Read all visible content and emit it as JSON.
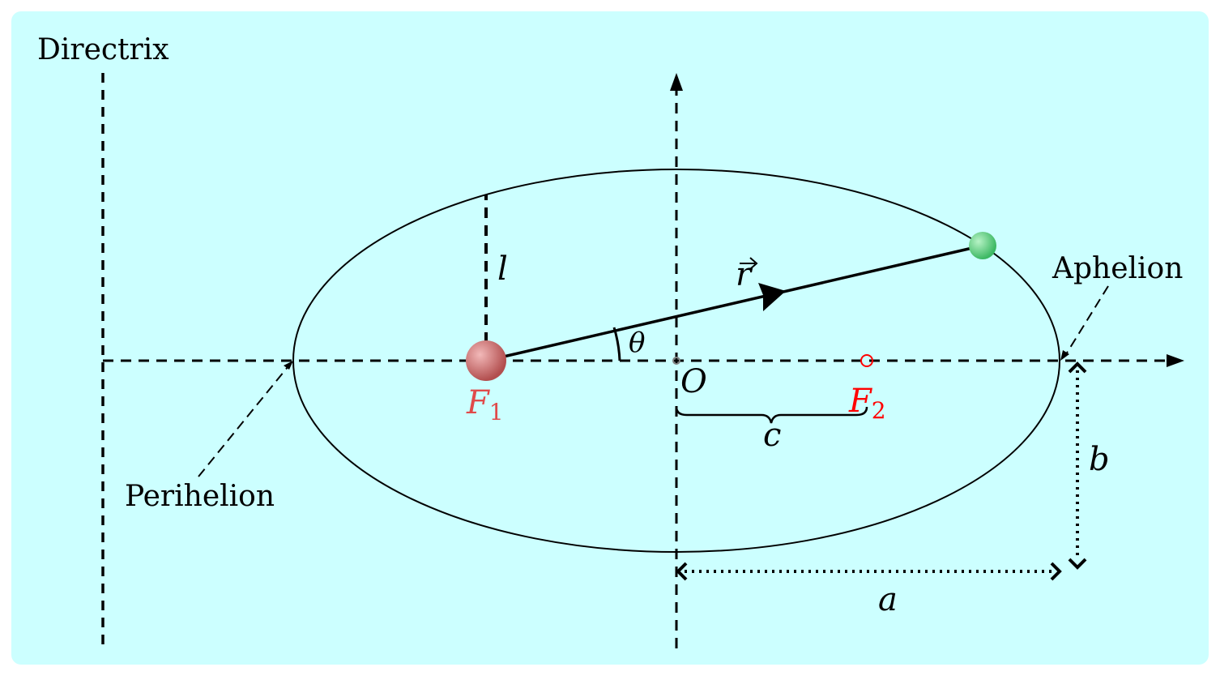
{
  "labels": {
    "directrix": "Directrix",
    "perihelion": "Perihelion",
    "aphelion": "Aphelion",
    "semi_latus_rectum": "l",
    "radius_vector_symbol": "r",
    "angle": "θ",
    "center": "O",
    "focus1_letter": "F",
    "focus1_index": "1",
    "focus2_letter": "F",
    "focus2_index": "2",
    "focal_distance": "c",
    "semi_major_axis": "a",
    "semi_minor_axis": "b"
  },
  "colors": {
    "background": "#ccffff",
    "focus1_label": "#e04a4a",
    "focus2_label": "#ff0000",
    "center_label": "#808080",
    "sun": "#c96a6a",
    "planet": "#5fcf7f"
  }
}
